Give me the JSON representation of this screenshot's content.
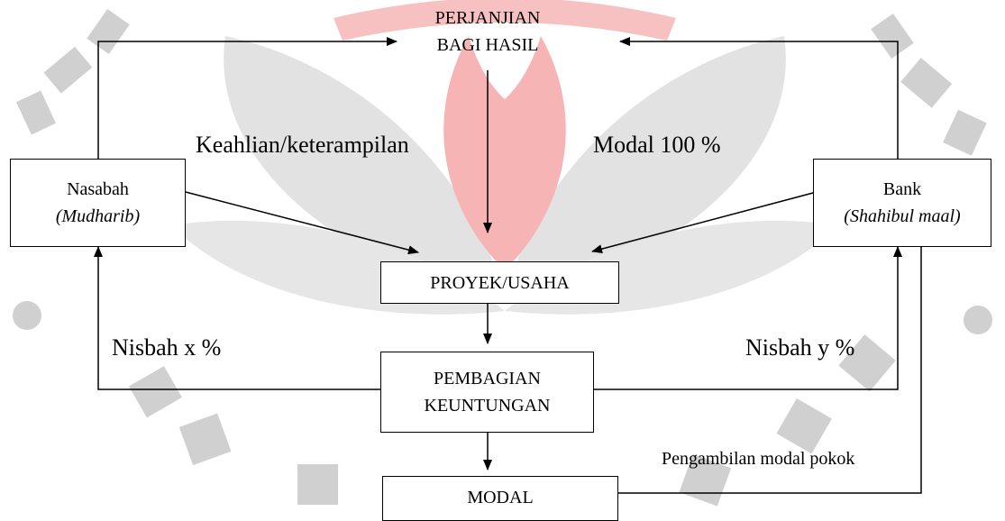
{
  "nodes": {
    "perjanjian": {
      "line1": "PERJANJIAN",
      "line2": "BAGI HASIL"
    },
    "nasabah": {
      "line1": "Nasabah",
      "line2": "(Mudharib)"
    },
    "bank": {
      "line1": "Bank",
      "line2": "(Shahibul maal)"
    },
    "proyek": {
      "label": "PROYEK/USAHA"
    },
    "pembagian": {
      "line1": "PEMBAGIAN",
      "line2": "KEUNTUNGAN"
    },
    "modal": {
      "label": "MODAL"
    }
  },
  "edge_labels": {
    "keahlian": "Keahlian/keterampilan",
    "modal_100": "Modal 100 %",
    "nisbah_x": "Nisbah x %",
    "nisbah_y": "Nisbah y %",
    "pengambilan": "Pengambilan modal pokok"
  },
  "colors": {
    "line": "#000000",
    "watermark_red": "#f5a9a9",
    "watermark_grey": "#d9d9d9"
  }
}
